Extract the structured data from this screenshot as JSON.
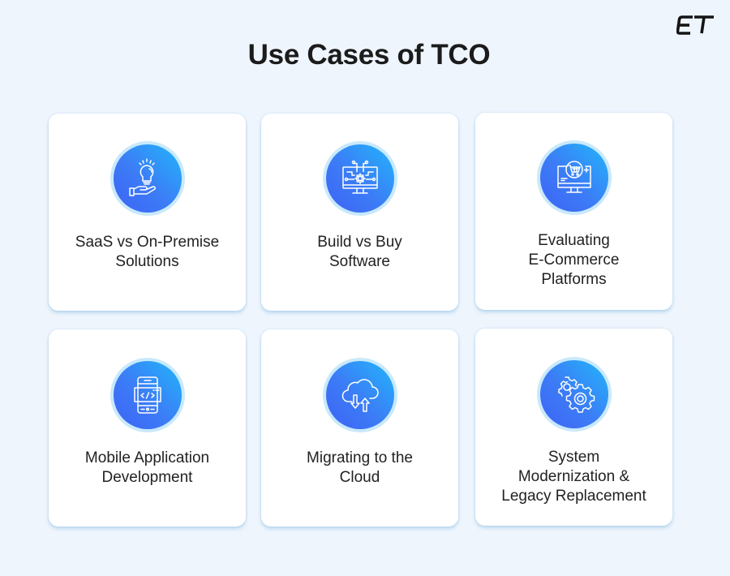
{
  "brand": {
    "logo_text": "ET",
    "accent_color": "#3c7cf6",
    "accent_light": "#22b6fb",
    "background": "#eef5fd"
  },
  "header": {
    "title": "Use Cases of TCO"
  },
  "cards": [
    {
      "label_lines": [
        "SaaS vs On-Premise",
        "Solutions"
      ],
      "icon": "lightbulb-hand-icon"
    },
    {
      "label_lines": [
        "Build vs Buy",
        "Software"
      ],
      "icon": "monitor-circuit-gear-icon"
    },
    {
      "label_lines": [
        "Evaluating",
        "E-Commerce",
        "Platforms"
      ],
      "icon": "monitor-shopping-cart-icon"
    },
    {
      "label_lines": [
        "Mobile Application",
        "Development"
      ],
      "icon": "mobile-code-icon"
    },
    {
      "label_lines": [
        "Migrating to the",
        "Cloud"
      ],
      "icon": "cloud-upload-download-icon"
    },
    {
      "label_lines": [
        "System",
        "Modernization &",
        "Legacy Replacement"
      ],
      "icon": "gears-icon"
    }
  ]
}
